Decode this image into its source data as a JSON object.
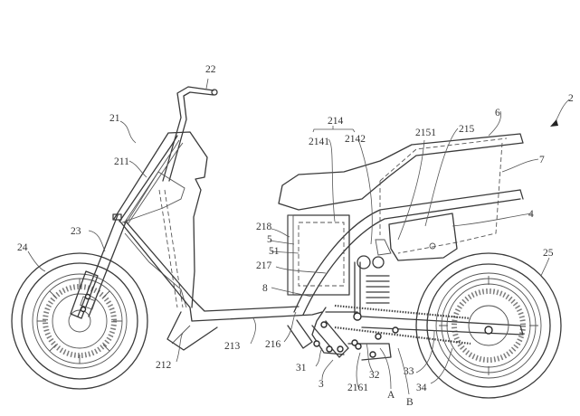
{
  "figure": {
    "title": "Electric scooter side view (patent drawing)",
    "figure_ref": "2",
    "labels": [
      {
        "id": "2",
        "text": "2"
      },
      {
        "id": "21",
        "text": "21"
      },
      {
        "id": "22",
        "text": "22"
      },
      {
        "id": "211",
        "text": "211"
      },
      {
        "id": "23",
        "text": "23"
      },
      {
        "id": "24",
        "text": "24"
      },
      {
        "id": "212",
        "text": "212"
      },
      {
        "id": "213",
        "text": "213"
      },
      {
        "id": "214",
        "text": "214"
      },
      {
        "id": "2141",
        "text": "2141"
      },
      {
        "id": "2142",
        "text": "2142"
      },
      {
        "id": "2151",
        "text": "2151"
      },
      {
        "id": "215",
        "text": "215"
      },
      {
        "id": "6",
        "text": "6"
      },
      {
        "id": "7",
        "text": "7"
      },
      {
        "id": "4",
        "text": "4"
      },
      {
        "id": "218",
        "text": "218"
      },
      {
        "id": "5",
        "text": "5"
      },
      {
        "id": "51",
        "text": "51"
      },
      {
        "id": "217",
        "text": "217"
      },
      {
        "id": "8",
        "text": "8"
      },
      {
        "id": "216",
        "text": "216"
      },
      {
        "id": "31",
        "text": "31"
      },
      {
        "id": "3",
        "text": "3"
      },
      {
        "id": "2161",
        "text": "2161"
      },
      {
        "id": "32",
        "text": "32"
      },
      {
        "id": "A",
        "text": "A"
      },
      {
        "id": "B",
        "text": "B"
      },
      {
        "id": "33",
        "text": "33"
      },
      {
        "id": "34",
        "text": "34"
      },
      {
        "id": "25",
        "text": "25"
      }
    ]
  }
}
